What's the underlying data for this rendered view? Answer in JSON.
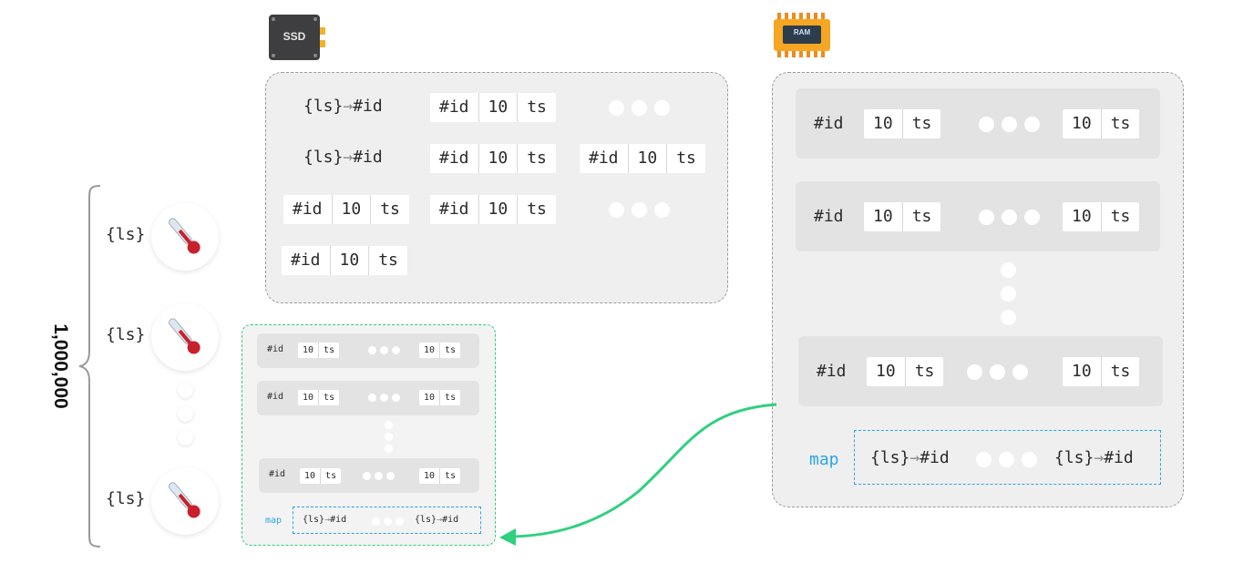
{
  "icons": {
    "ssd_label": "SSD",
    "ram_label": "RAM"
  },
  "brace_label": "1,000,000",
  "sensor_label": "{ls}",
  "colors": {
    "green": "#2fd07f",
    "blue": "#2aa5e8",
    "panel": "#efefef",
    "row": "#e3e3e3"
  },
  "record": {
    "id": "#id",
    "value": "10",
    "ts": "ts"
  },
  "map_entry": {
    "key": "{ls}",
    "arrow": "→",
    "target": "#id"
  },
  "map_label": "map"
}
